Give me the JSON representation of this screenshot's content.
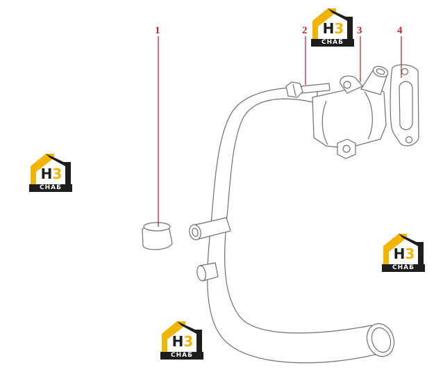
{
  "callouts": {
    "part1": "1",
    "part2": "2",
    "part3": "3",
    "part4": "4"
  },
  "watermark": {
    "mark_letter_1": "H",
    "mark_letter_2": "3",
    "caption": "СНАБ",
    "colors": {
      "yellow": "#f1b400",
      "dark": "#1d1d1d",
      "callout_red": "#c0282d",
      "line_gray": "#6e6e6e"
    }
  }
}
